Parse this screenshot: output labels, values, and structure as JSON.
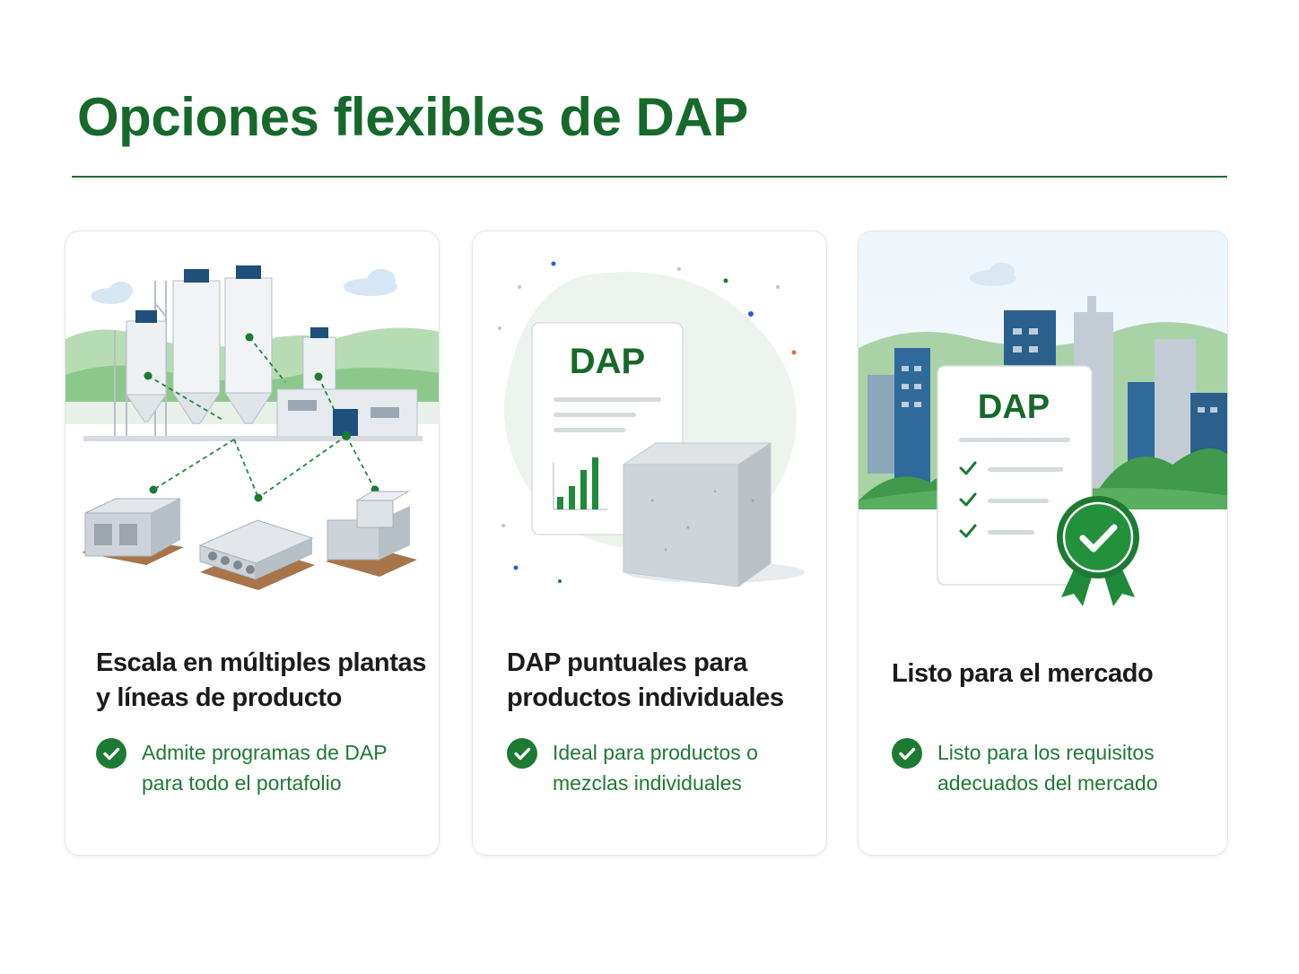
{
  "page": {
    "title": "Opciones flexibles de DAP",
    "accent_color": "#16692b",
    "rule_color": "#1e6b2e"
  },
  "cards": [
    {
      "illustration": "concrete-plant-network-icon",
      "heading": "Escala en múltiples plantas y líneas de producto",
      "benefit_icon": "check-circle-icon",
      "benefit_lines": [
        "Admite programas de DAP",
        "para todo el portafolio"
      ]
    },
    {
      "illustration": "dap-document-concrete-cube-icon",
      "doc_label": "DAP",
      "heading": "DAP puntuales para productos individuales",
      "benefit_icon": "check-circle-icon",
      "benefit_lines": [
        "Ideal para productos o",
        "mezclas individuales"
      ]
    },
    {
      "illustration": "city-certified-dap-icon",
      "doc_label": "DAP",
      "heading": "Listo para el mercado",
      "benefit_icon": "check-circle-icon",
      "benefit_lines": [
        "Listo para los requisitos",
        "adecuados del mercado"
      ]
    }
  ]
}
